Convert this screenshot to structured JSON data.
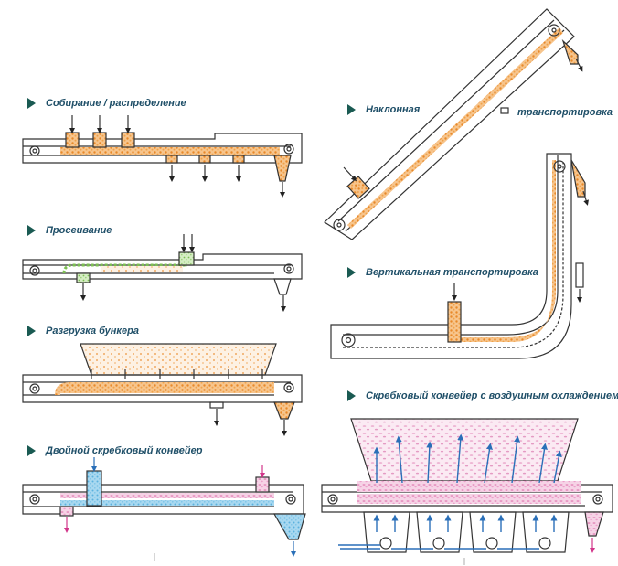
{
  "figure": {
    "sections": [
      {
        "id": "collect",
        "title": "Собирание / распределение"
      },
      {
        "id": "screen",
        "title": "Просеивание"
      },
      {
        "id": "bunker",
        "title": "Разгрузка бункера"
      },
      {
        "id": "double",
        "title": "Двойной скребковый конвейер"
      },
      {
        "id": "incline",
        "title": "Наклонная",
        "title_extra": "транспортировка"
      },
      {
        "id": "vertical",
        "title": "Вертикальная транспортировка"
      },
      {
        "id": "cooling",
        "title": "Скребковый конвейер с воздушным охлаждением"
      }
    ],
    "colors": {
      "frame": "#333333",
      "marker": "#1a5a52",
      "caption": "#1f4f68",
      "grain": "#ef9c3b",
      "screen_material": "#8dc86a",
      "double_top": "#e7a6c8",
      "double_bottom": "#7fc4e6",
      "cooling_material": "#ea9cc6",
      "airflow": "#2a6fb8"
    },
    "icons": [
      "section-marker-icon",
      "arrow-down-icon",
      "arrow-up-icon",
      "pulley-icon",
      "fan-icon"
    ]
  }
}
